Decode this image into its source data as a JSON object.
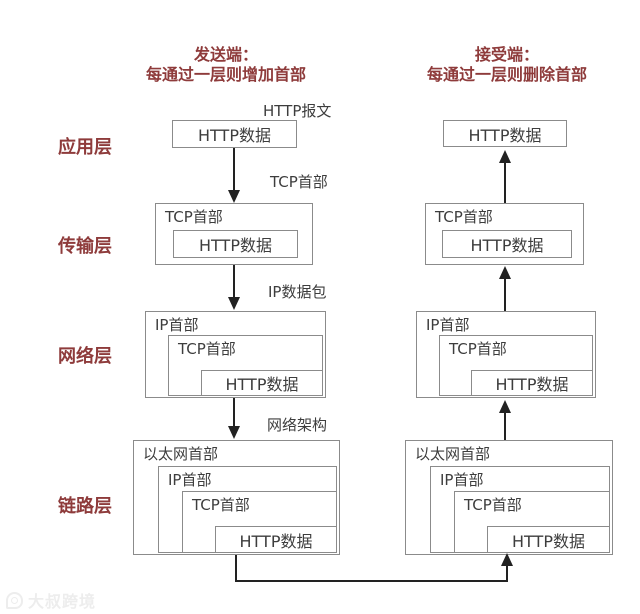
{
  "diagram": {
    "sender": {
      "title_line1": "发送端：",
      "title_line2": "每通过一层则增加首部"
    },
    "receiver": {
      "title_line1": "接受端：",
      "title_line2": "每通过一层则删除首部"
    },
    "layers": {
      "application": "应用层",
      "transport": "传输层",
      "network": "网络层",
      "link": "链路层"
    },
    "boxes": {
      "http_data": "HTTP数据",
      "tcp_header": "TCP首部",
      "ip_header": "IP首部",
      "ethernet_header": "以太网首部"
    },
    "flow_labels": {
      "http_message": "HTTP报文",
      "tcp_header": "TCP首部",
      "ip_packet": "IP数据包",
      "network_frame": "网络架构"
    },
    "colors": {
      "accent_red": "#8e3b3b",
      "box_border": "#8b8b8b",
      "text": "#3d3d3d",
      "arrow": "#222222"
    },
    "watermark": "大叔跨境"
  }
}
